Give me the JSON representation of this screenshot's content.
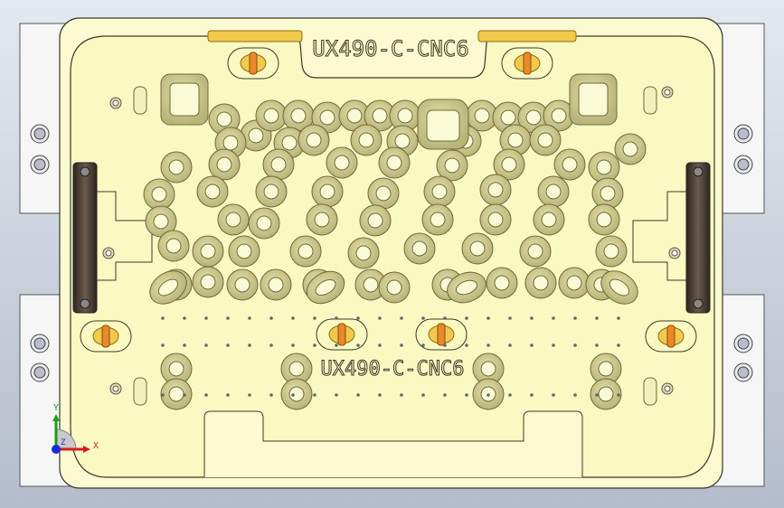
{
  "part_labels": {
    "top": "UX490-C-CNC6",
    "center": "UX490-C-CNC6"
  },
  "triad": {
    "x_label": "X",
    "y_label": "Y",
    "z_label": "Z"
  },
  "colors": {
    "background_top": "#dfe4ec",
    "background_bottom": "#b7c0cf",
    "plate": "#faf9c2",
    "plate_edge": "#3a3a2a",
    "pocket_ring": "#c9c58e",
    "pocket_ring_dark": "#8f8a55",
    "side_plate": "#f4f4f4",
    "clamp_bar": "#4a3f36",
    "tab_yellow": "#f2c94c",
    "pin_orange": "#e8892a",
    "axis_x": "#d42020",
    "axis_y": "#18a018",
    "axis_z": "#1a2ad8"
  }
}
